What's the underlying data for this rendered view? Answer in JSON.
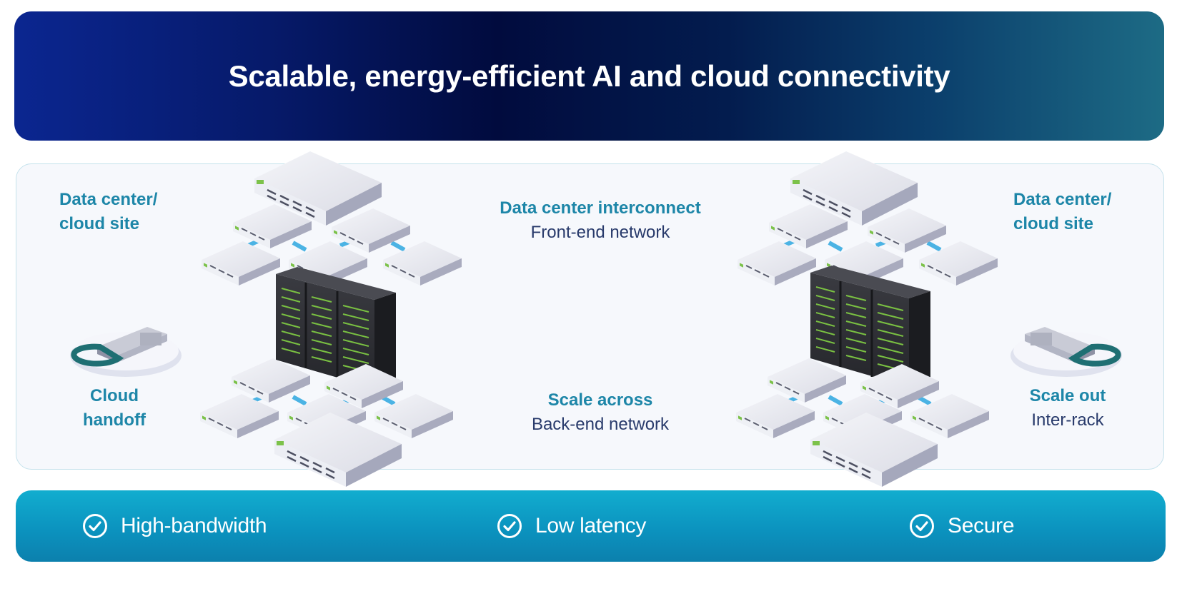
{
  "banner": {
    "title": "Scalable, energy-efficient AI and cloud connectivity"
  },
  "left_site": {
    "line1": "Data center/",
    "line2": "cloud site"
  },
  "right_site": {
    "line1": "Data center/",
    "line2": "cloud site"
  },
  "front_link": {
    "title": "Data center interconnect",
    "subtitle": "Front-end network"
  },
  "back_link": {
    "title": "Scale across",
    "subtitle": "Back-end network"
  },
  "left_module": {
    "line1": "Cloud",
    "line2": "handoff"
  },
  "right_module": {
    "line1": "Scale out",
    "line2": "Inter-rack"
  },
  "features": [
    {
      "label": "High-bandwidth",
      "icon": "check-circle-icon"
    },
    {
      "label": "Low latency",
      "icon": "check-circle-icon"
    },
    {
      "label": "Secure",
      "icon": "check-circle-icon"
    }
  ],
  "colors": {
    "accent_teal": "#1d86a8",
    "text_navy": "#283a6b",
    "link_gradient": [
      "#2bbfa8",
      "#e7c83a",
      "#f08a3c",
      "#e2707c",
      "#8a6ad8",
      "#2a52d8"
    ]
  }
}
